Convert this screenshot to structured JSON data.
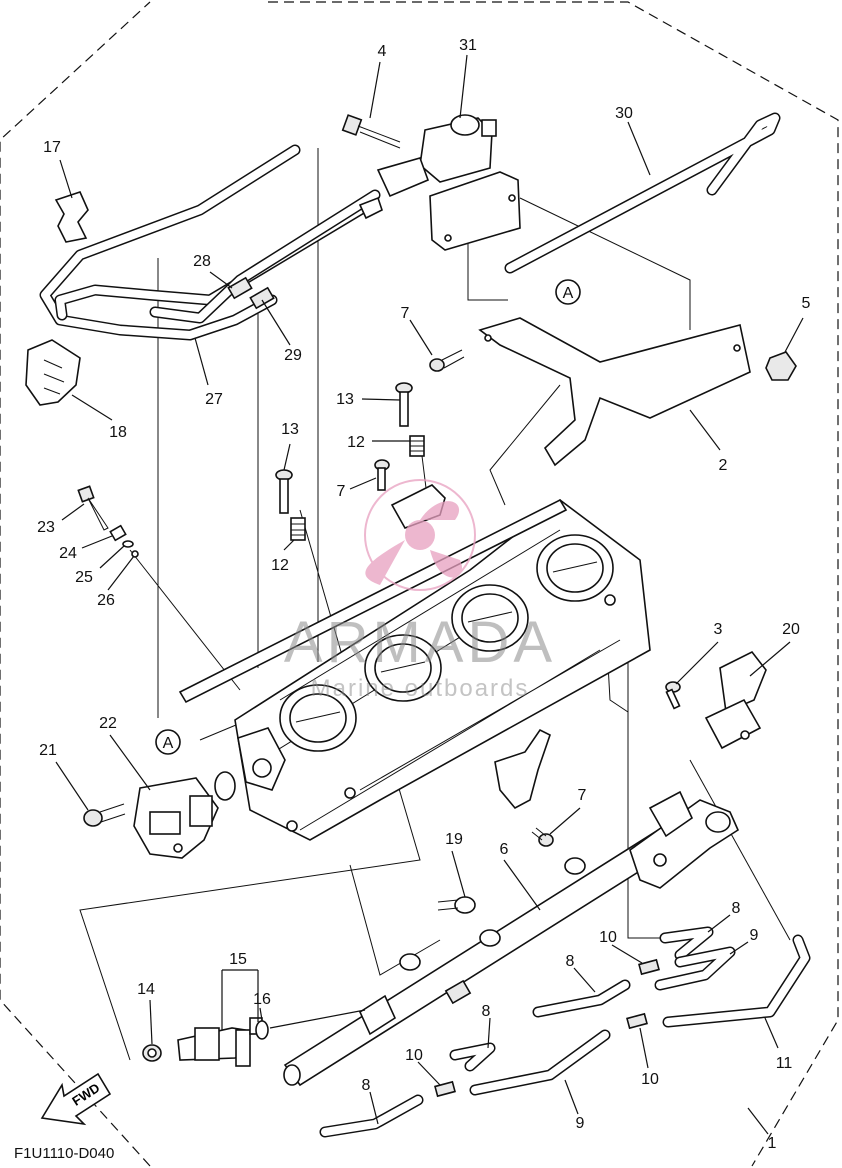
{
  "diagram_code": "F1U1110-D040",
  "fwd_label": "FWD",
  "ref_marker": "A",
  "watermark": {
    "brand": "ARMADA",
    "tagline": "Marine outboards",
    "color": "#e8a0c0"
  },
  "callouts": {
    "c1": "1",
    "c2": "2",
    "c3": "3",
    "c4": "4",
    "c5": "5",
    "c6": "6",
    "c7": "7",
    "c8": "8",
    "c9": "9",
    "c10": "10",
    "c11": "11",
    "c12": "12",
    "c13": "13",
    "c14": "14",
    "c15": "15",
    "c16": "16",
    "c17": "17",
    "c18": "18",
    "c19": "19",
    "c20": "20",
    "c21": "21",
    "c22": "22",
    "c23": "23",
    "c24": "24",
    "c25": "25",
    "c26": "26",
    "c27": "27",
    "c28": "28",
    "c29": "29",
    "c30": "30",
    "c31": "31"
  }
}
